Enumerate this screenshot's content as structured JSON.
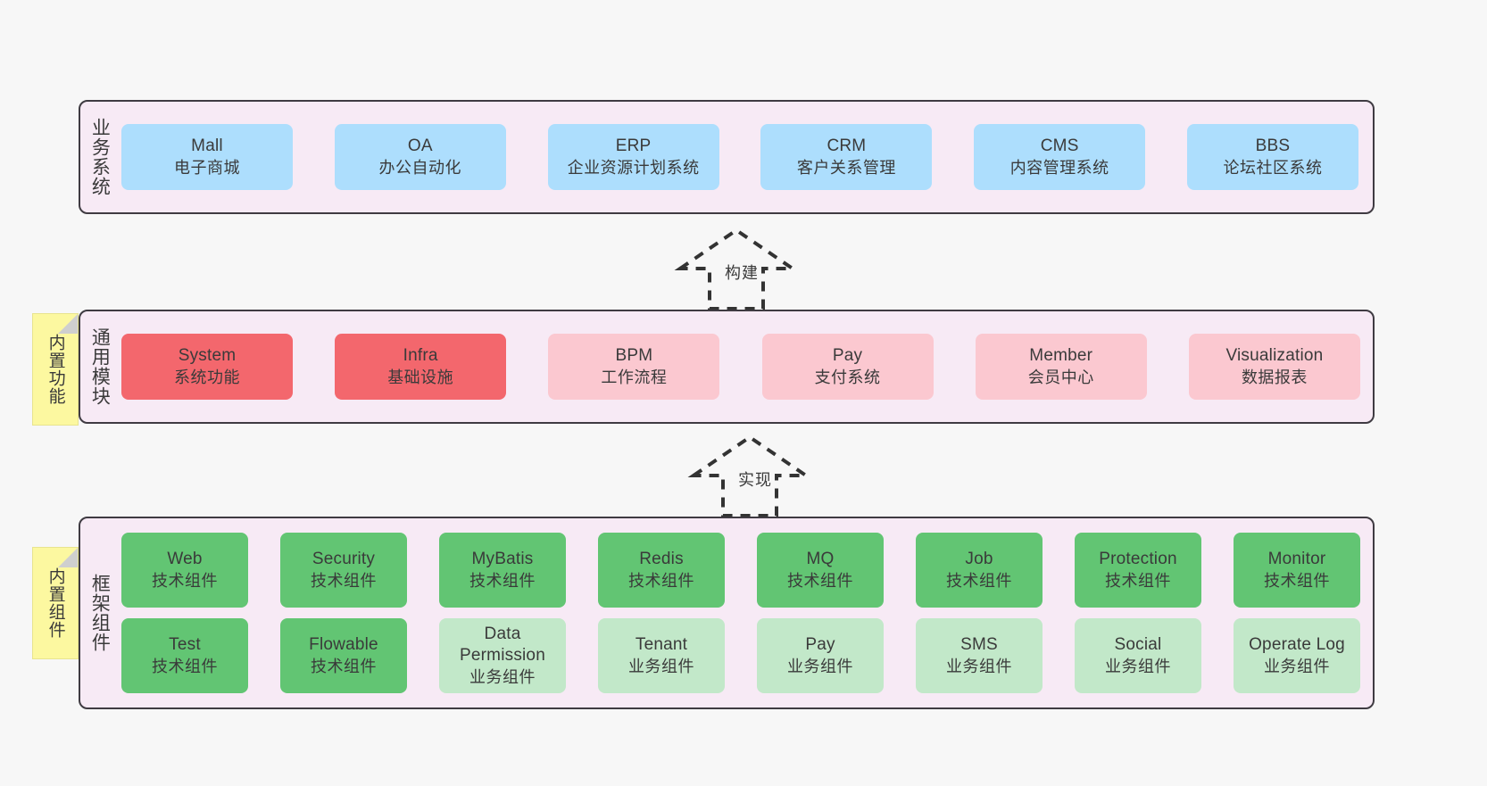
{
  "diagram": {
    "background": "#f7f7f7",
    "layer_bg": "#f7eaf5",
    "layer_border": "#3f3b42"
  },
  "layers": {
    "business": {
      "title": "业务系统",
      "accent": "#addefd",
      "cards": [
        {
          "en": "Mall",
          "cn": "电子商城"
        },
        {
          "en": "OA",
          "cn": "办公自动化"
        },
        {
          "en": "ERP",
          "cn": "企业资源计划系统"
        },
        {
          "en": "CRM",
          "cn": "客户关系管理"
        },
        {
          "en": "CMS",
          "cn": "内容管理系统"
        },
        {
          "en": "BBS",
          "cn": "论坛社区系统"
        }
      ]
    },
    "common": {
      "title": "通用模块",
      "accent_strong": "#f3676d",
      "accent_soft": "#fbc8d0",
      "cards": [
        {
          "en": "System",
          "cn": "系统功能",
          "tone": "strong-red"
        },
        {
          "en": "Infra",
          "cn": "基础设施",
          "tone": "strong-red"
        },
        {
          "en": "BPM",
          "cn": "工作流程",
          "tone": "soft-red"
        },
        {
          "en": "Pay",
          "cn": "支付系统",
          "tone": "soft-red"
        },
        {
          "en": "Member",
          "cn": "会员中心",
          "tone": "soft-red"
        },
        {
          "en": "Visualization",
          "cn": "数据报表",
          "tone": "soft-red"
        }
      ]
    },
    "framework": {
      "title": "框架组件",
      "accent_strong": "#62c573",
      "accent_soft": "#c2e8c9",
      "row1": [
        {
          "en": "Web",
          "cn": "技术组件",
          "tone": "strong-green"
        },
        {
          "en": "Security",
          "cn": "技术组件",
          "tone": "strong-green"
        },
        {
          "en": "MyBatis",
          "cn": "技术组件",
          "tone": "strong-green"
        },
        {
          "en": "Redis",
          "cn": "技术组件",
          "tone": "strong-green"
        },
        {
          "en": "MQ",
          "cn": "技术组件",
          "tone": "strong-green"
        },
        {
          "en": "Job",
          "cn": "技术组件",
          "tone": "strong-green"
        },
        {
          "en": "Protection",
          "cn": "技术组件",
          "tone": "strong-green"
        },
        {
          "en": "Monitor",
          "cn": "技术组件",
          "tone": "strong-green"
        }
      ],
      "row2": [
        {
          "en": "Test",
          "cn": "技术组件",
          "tone": "strong-green"
        },
        {
          "en": "Flowable",
          "cn": "技术组件",
          "tone": "strong-green"
        },
        {
          "en": "Data Permission",
          "cn": "业务组件",
          "tone": "soft-green"
        },
        {
          "en": "Tenant",
          "cn": "业务组件",
          "tone": "soft-green"
        },
        {
          "en": "Pay",
          "cn": "业务组件",
          "tone": "soft-green"
        },
        {
          "en": "SMS",
          "cn": "业务组件",
          "tone": "soft-green"
        },
        {
          "en": "Social",
          "cn": "业务组件",
          "tone": "soft-green"
        },
        {
          "en": "Operate Log",
          "cn": "业务组件",
          "tone": "soft-green"
        }
      ]
    }
  },
  "stickies": {
    "builtin_features": "内置功能",
    "builtin_components": "内置组件"
  },
  "connectors": {
    "build": "构建",
    "implement": "实现",
    "stroke": "#333333",
    "style": "dashed-hollow-arrow-up"
  }
}
